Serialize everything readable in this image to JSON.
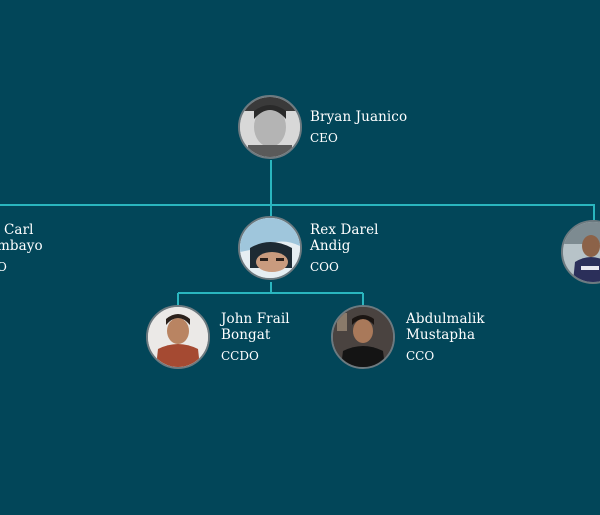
{
  "colors": {
    "background": "#024659",
    "connector": "#2ab6bf",
    "text": "#ffffff"
  },
  "nodes": {
    "ceo": {
      "name_line1": "Bryan Juanico",
      "name_line2": "",
      "role": "CEO",
      "photo": "person-photo-male-grayscale"
    },
    "cmo": {
      "name_line1": "Carl",
      "name_line2": "mbayo",
      "role": "O",
      "photo": "person-photo-offscreen"
    },
    "coo": {
      "name_line1": "Rex Darel",
      "name_line2": "Andig",
      "role": "COO",
      "photo": "person-photo-selfie"
    },
    "right": {
      "photo": "person-photo-jersey"
    },
    "ccdo": {
      "name_line1": "John Frail",
      "name_line2": "Bongat",
      "role": "CCDO",
      "photo": "person-photo-red-shirt"
    },
    "cco": {
      "name_line1": "Abdulmalik",
      "name_line2": "Mustapha",
      "role": "CCO",
      "photo": "person-photo-dark-shirt"
    }
  }
}
